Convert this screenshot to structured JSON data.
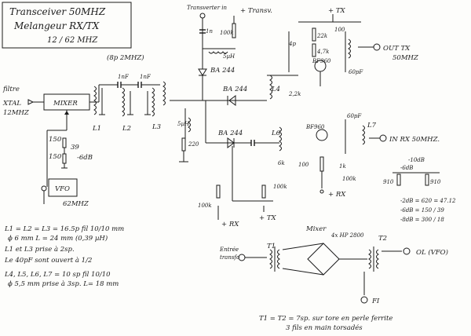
{
  "title_box": {
    "line1": "Transceiver 50MHZ",
    "line2": "Melangeur RX/TX",
    "line3": "12 / 62 MHZ"
  },
  "input": {
    "filtre": "filtre",
    "xtal_line1": "XTAL",
    "xtal_line2": "12MHZ"
  },
  "mixer_block": "MIXER",
  "vfo": {
    "label": "VFO",
    "freq": "62MHZ",
    "r1": "150",
    "r2": "39",
    "r3": "150",
    "atten": "-6dB"
  },
  "filter": {
    "note": "(8p 2MHZ)",
    "c1": "1nF",
    "c2": "1nF",
    "l1": "L1",
    "l2": "L2",
    "l3": "L3"
  },
  "top": {
    "transverter_in": "Transverter in",
    "transv": "+ Transv.",
    "tx_plus": "+ TX",
    "diode": "BA 244",
    "choke": "5µH",
    "c_1n": "1n",
    "r_100": "100k"
  },
  "tx_stage": {
    "r_100": "100",
    "r_22k": "22k",
    "r_4k": "4,7k",
    "l4": "L4",
    "c_4p": "4p",
    "c_60p": "60pF",
    "transistor": "BF960",
    "out": "OUT TX",
    "out_freq": "50MHZ",
    "r_2k": "2,2k"
  },
  "rx_stage": {
    "diode1": "BA 244",
    "diode2": "BA 244",
    "transistor": "BF960",
    "c_60p": "60pF",
    "l6": "L6",
    "l7": "L7",
    "in_rx": "IN RX 50MHZ.",
    "r_220": "220",
    "r_100": "100",
    "r_1k": "1k",
    "r_100k": "100k",
    "rx_plus": "+ RX",
    "choke": "5µH",
    "r_6": "6k"
  },
  "bottom": {
    "rx1": "+ RX",
    "tx1": "+ TX",
    "r_100k_a": "100k",
    "r_100k_b": "100k"
  },
  "atten_table": {
    "head": "-6dB",
    "sub": "-10dB",
    "r_a": "910",
    "r_b": "910",
    "row1": "-2dB = 620 = 47.12",
    "row2": "-6dB = 150 / 39",
    "row3": "-8dB = 300 / 18"
  },
  "notes": {
    "line1": "L1 = L2 = L3 = 16.5p fil 10/10 mm",
    "line2": "ϕ 6 mm  L = 24 mm (0,39 µH)",
    "line3": "L1 et L3 prise à 2sp.",
    "line4": "Le 40pF sont ouvert à 1/2",
    "line5": "L4, L5, L6, L7 = 10 sp fil 10/10",
    "line6": "ϕ 5,5 mm  prise à 3sp.  L= 18 mm"
  },
  "mixer_detail": {
    "title": "Mixer",
    "diodes": "4x HP 2800",
    "t1": "T1",
    "t2": "T2",
    "entree_line1": "Entrée",
    "entree_line2": "transfo",
    "ol": "OL (VFO)",
    "fi": "FI",
    "note1": "T1 = T2 = 7sp. sur tore en perle ferrite",
    "note2": "3 fils en main torsadés"
  }
}
